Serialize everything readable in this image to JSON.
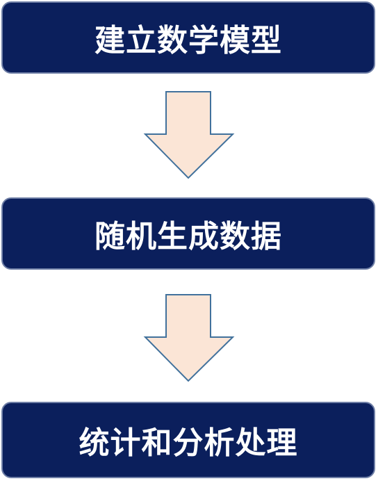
{
  "flow": {
    "steps": [
      {
        "label": "建立数学模型"
      },
      {
        "label": "随机生成数据"
      },
      {
        "label": "统计和分析处理"
      }
    ],
    "colors": {
      "box_fill": "#0b1f5c",
      "box_border": "#6f7fa6",
      "box_text": "#ffffff",
      "arrow_fill": "#fbe5d6",
      "arrow_stroke": "#41719c"
    }
  }
}
